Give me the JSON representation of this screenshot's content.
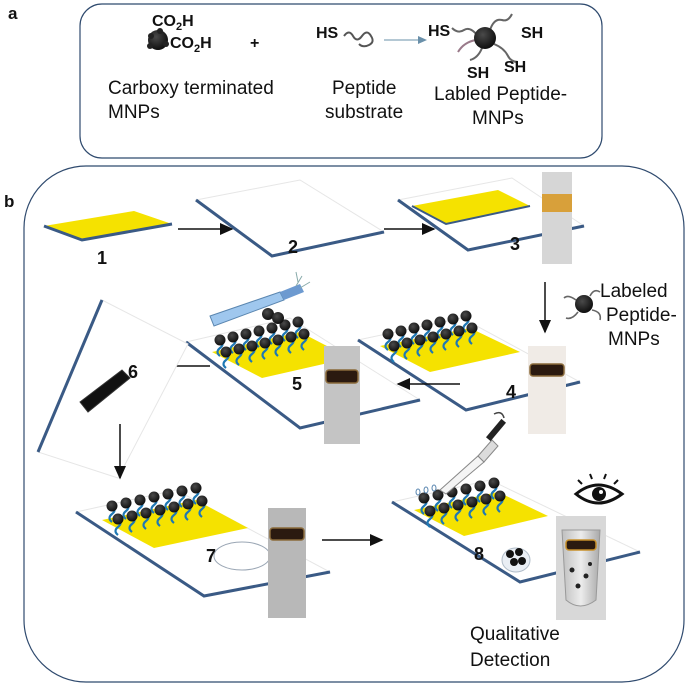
{
  "panel_a": {
    "letter": "a",
    "reactant1": {
      "group_top": "CO",
      "group_top_sub": "2",
      "group_top_suffix": "H",
      "group_bottom": "CO",
      "group_bottom_sub": "2",
      "group_bottom_suffix": "H",
      "label_line1": "Carboxy terminated",
      "label_line2": "MNPs"
    },
    "plus": "+",
    "reactant2": {
      "thiol": "HS",
      "label_line1": "Peptide",
      "label_line2": "substrate"
    },
    "product": {
      "thiol_1": "HS",
      "thiol_2": "SH",
      "thiol_3": "SH",
      "thiol_4": "SH",
      "label_line1": "Labled Peptide-",
      "label_line2": "MNPs"
    }
  },
  "panel_b": {
    "letter": "b",
    "steps": [
      "1",
      "2",
      "3",
      "4",
      "5",
      "6",
      "7",
      "8"
    ],
    "reagent_label": [
      "Labeled",
      "Peptide-",
      "MNPs"
    ],
    "detection_label": [
      "Qualitative",
      "Detection"
    ]
  },
  "colors": {
    "gold": "#f5e200",
    "substrate_edge": "#3a5a85",
    "mnp": "#111111",
    "peptide": "#1e78b4",
    "frame": "#2f4a6e"
  }
}
